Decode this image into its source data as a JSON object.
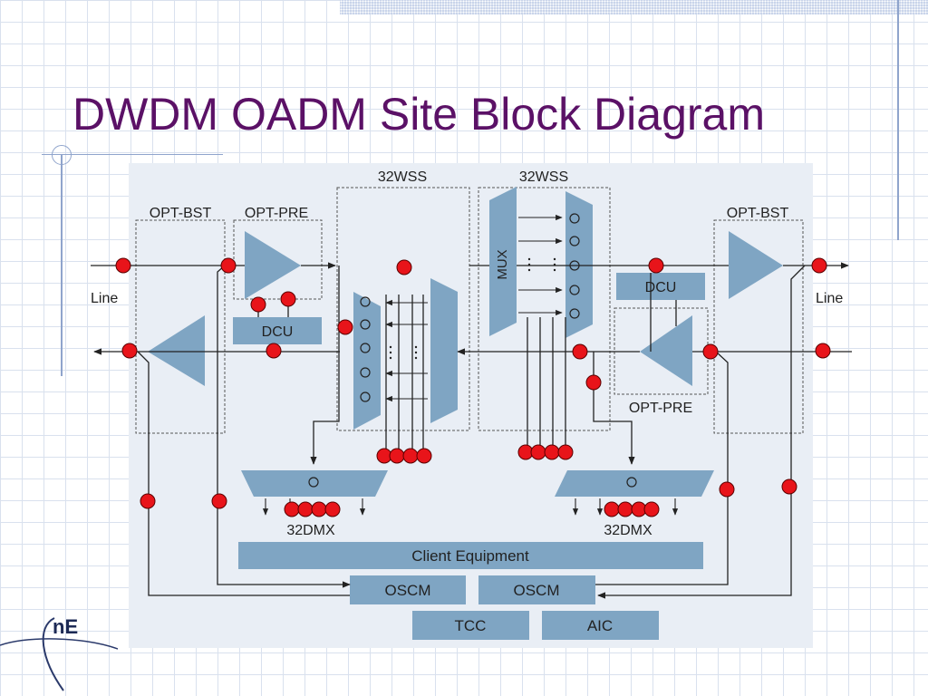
{
  "slide": {
    "title": "DWDM OADM Site Block Diagram"
  },
  "diagram": {
    "top_labels": {
      "wss_left": "32WSS",
      "wss_right": "32WSS"
    },
    "left": {
      "line_label": "Line",
      "opt_bst_label": "OPT-BST",
      "opt_pre_label": "OPT-PRE",
      "dcu_label": "DCU"
    },
    "right": {
      "line_label": "Line",
      "opt_bst_label": "OPT-BST",
      "opt_pre_label": "OPT-PRE",
      "dcu_label": "DCU"
    },
    "mux_label": "MUX",
    "demux_left_label": "32DMX",
    "demux_right_label": "32DMX",
    "client_label": "Client Equipment",
    "oscm_left_label": "OSCM",
    "oscm_right_label": "OSCM",
    "tcc_label": "TCC",
    "aic_label": "AIC",
    "colors": {
      "component": "#7fa5c3",
      "panel": "#e9eef5",
      "line": "#222222",
      "marker": "#e8141a",
      "title": "#5b1166"
    }
  },
  "logo": {
    "text": "nE"
  }
}
